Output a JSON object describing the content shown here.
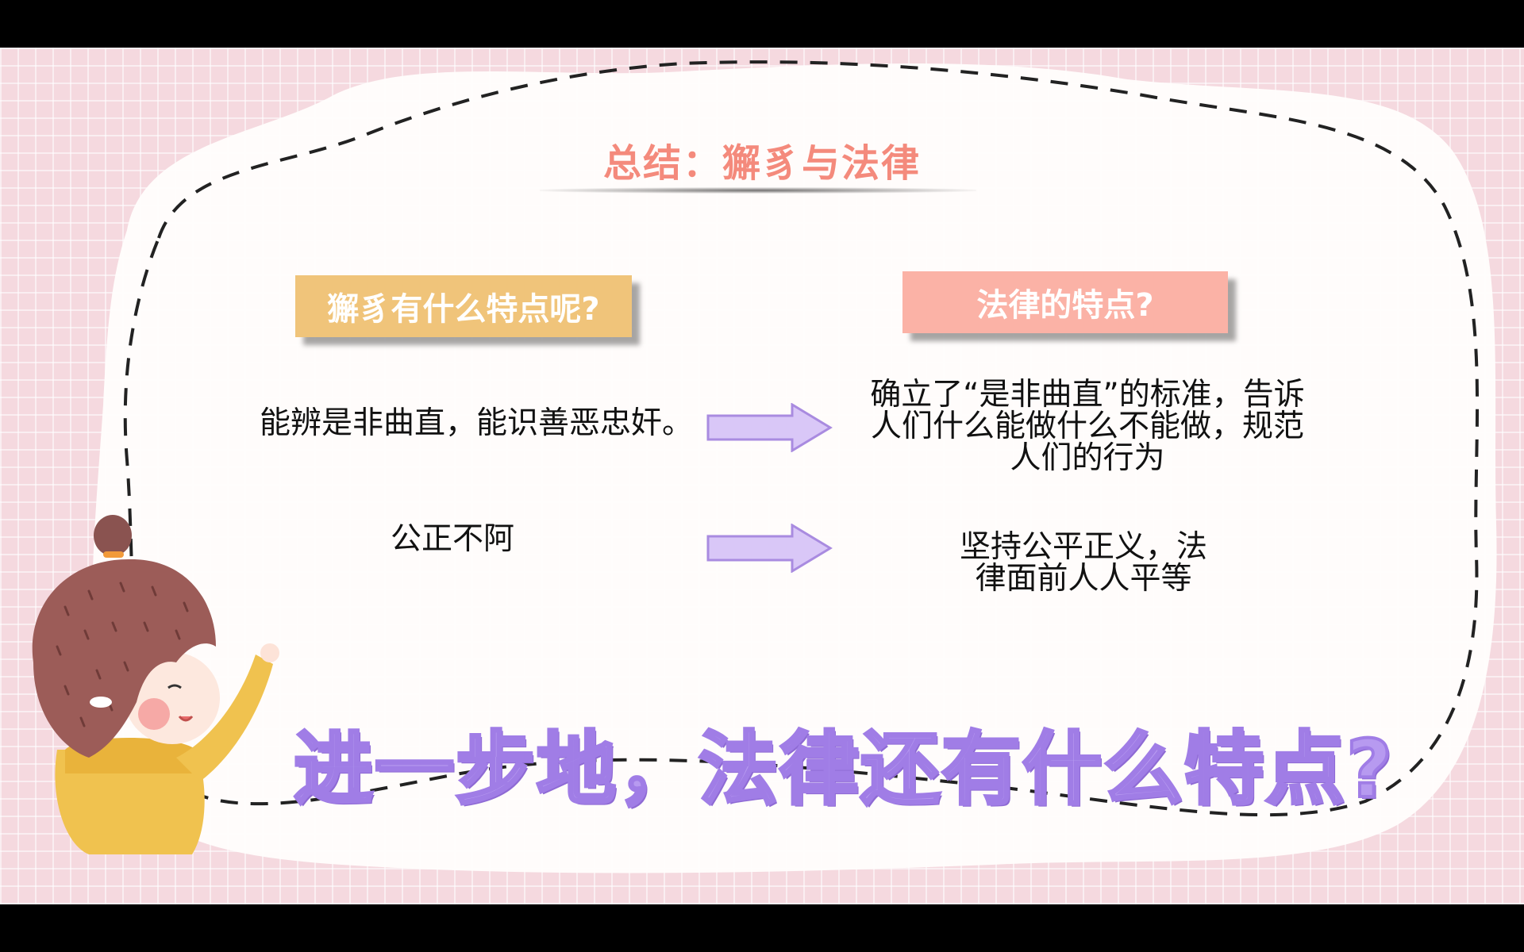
{
  "slide": {
    "title": "总结：獬豸与法律",
    "left_label": "獬豸有什么特点呢?",
    "right_label": "法律的特点?",
    "row1_left": "能辨是非曲直，能识善恶忠奸。",
    "row1_right": "确立了“是非曲直”的标准，告诉人们什么能做什么不能做，规范人们的行为",
    "row2_left": "公正不阿",
    "row2_right": "坚持公平正义，法律面前人人平等",
    "question": "进一步地，法律还有什么特点?"
  },
  "colors": {
    "background": "#f5d9df",
    "title": "#f48a7c",
    "left_label_bg": "#f0c47a",
    "right_label_bg": "#fbb2a6",
    "arrow": "#d9c7f7",
    "question": "#b79af0"
  },
  "icons": [
    "right-arrow-icon",
    "cartoon-girl-illustration"
  ]
}
